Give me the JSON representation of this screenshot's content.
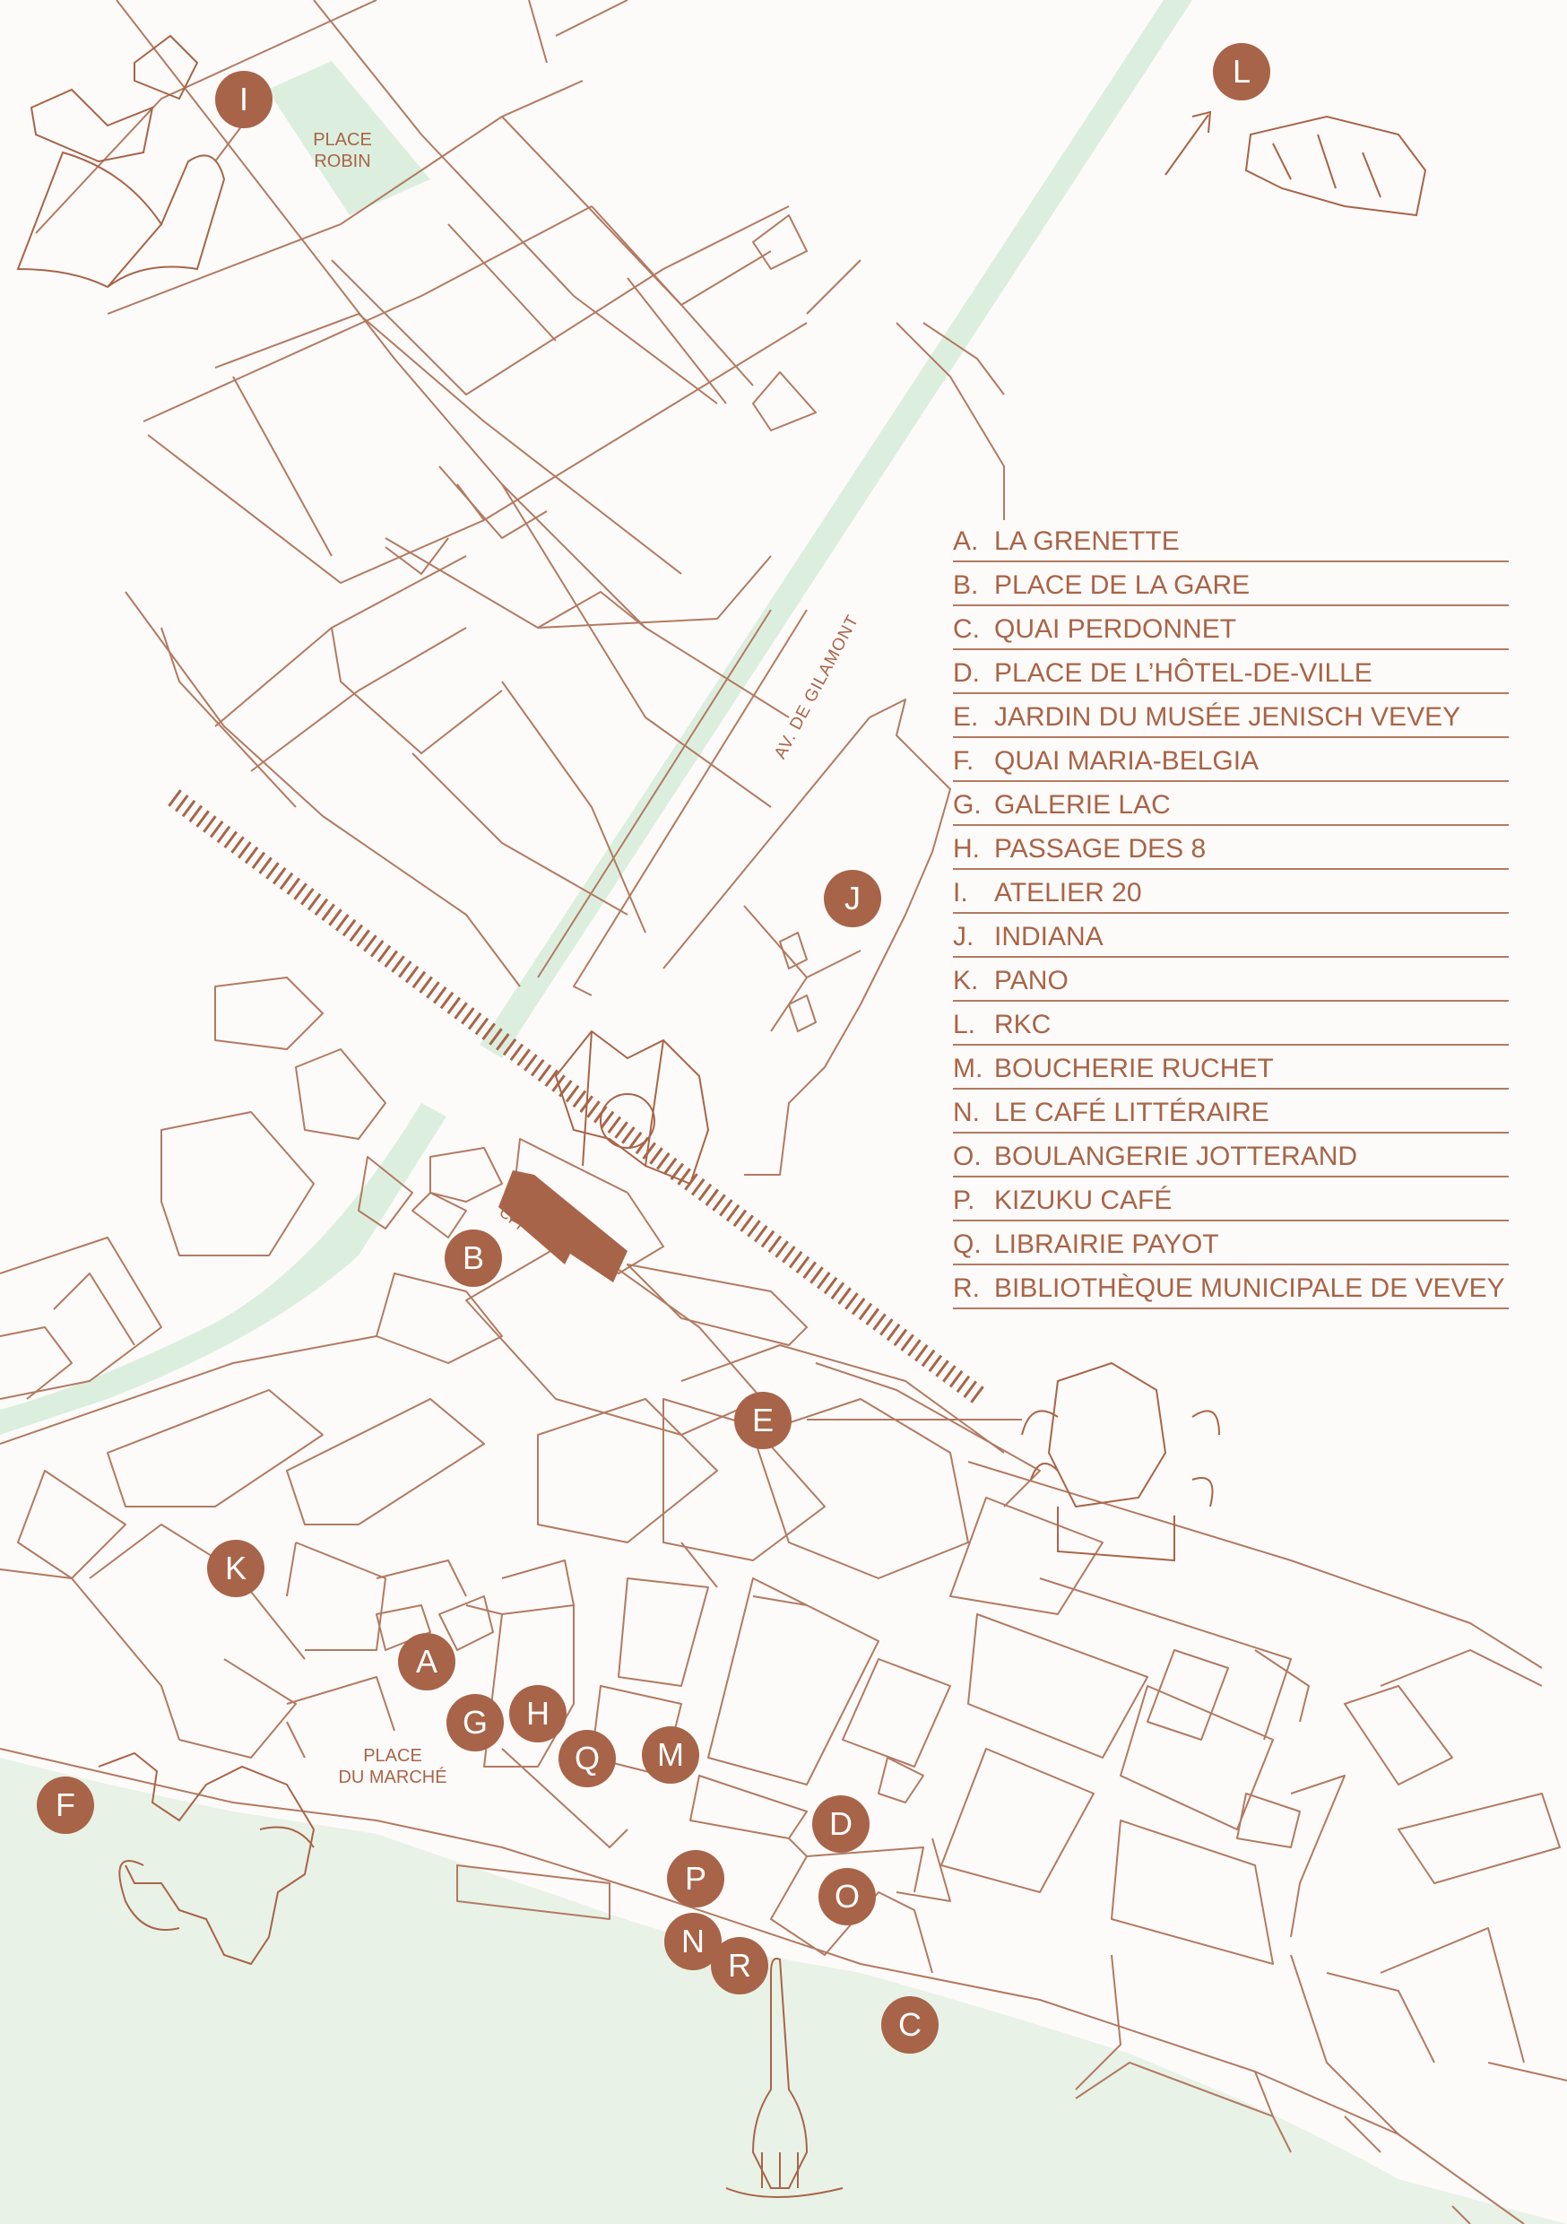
{
  "colors": {
    "accent": "#a86448",
    "line": "#b27a62",
    "green": "#dcefdf",
    "lake": "#e8f2e7",
    "background": "#fdfbf9"
  },
  "map": {
    "place_robin": "PLACE\nROBIN",
    "place_marche": "PLACE\nDU MARCHÉ",
    "street_gilamont": "AV. DE GILAMONT",
    "station": "CFF"
  },
  "markers": [
    {
      "key": "A"
    },
    {
      "key": "B"
    },
    {
      "key": "C"
    },
    {
      "key": "D"
    },
    {
      "key": "E"
    },
    {
      "key": "F"
    },
    {
      "key": "G"
    },
    {
      "key": "H"
    },
    {
      "key": "I"
    },
    {
      "key": "J"
    },
    {
      "key": "K"
    },
    {
      "key": "L"
    },
    {
      "key": "M"
    },
    {
      "key": "N"
    },
    {
      "key": "O"
    },
    {
      "key": "P"
    },
    {
      "key": "Q"
    },
    {
      "key": "R"
    }
  ],
  "legend": [
    {
      "key": "A.",
      "name": "LA GRENETTE"
    },
    {
      "key": "B.",
      "name": "PLACE DE LA GARE"
    },
    {
      "key": "C.",
      "name": "QUAI PERDONNET"
    },
    {
      "key": "D.",
      "name": "PLACE DE L’HÔTEL-DE-VILLE"
    },
    {
      "key": "E.",
      "name": "JARDIN DU MUSÉE JENISCH VEVEY"
    },
    {
      "key": "F.",
      "name": "QUAI MARIA-BELGIA"
    },
    {
      "key": "G.",
      "name": "GALERIE LAC"
    },
    {
      "key": "H.",
      "name": "PASSAGE DES 8"
    },
    {
      "key": "I.",
      "name": "ATELIER 20"
    },
    {
      "key": "J.",
      "name": "INDIANA"
    },
    {
      "key": "K.",
      "name": "PANO"
    },
    {
      "key": "L.",
      "name": "RKC"
    },
    {
      "key": "M.",
      "name": "BOUCHERIE RUCHET"
    },
    {
      "key": "N.",
      "name": "LE CAFÉ LITTÉRAIRE"
    },
    {
      "key": "O.",
      "name": "BOULANGERIE JOTTERAND"
    },
    {
      "key": "P.",
      "name": "KIZUKU CAFÉ"
    },
    {
      "key": "Q.",
      "name": "LIBRAIRIE PAYOT"
    },
    {
      "key": "R.",
      "name": "BIBLIOTHÈQUE MUNICIPALE DE VEVEY"
    }
  ],
  "icons": [
    "book-icon",
    "rkc-logo-icon",
    "statue-icon",
    "fork-icon",
    "sculpture-icon",
    "plant-sculpture-icon",
    "arrow-icon"
  ]
}
